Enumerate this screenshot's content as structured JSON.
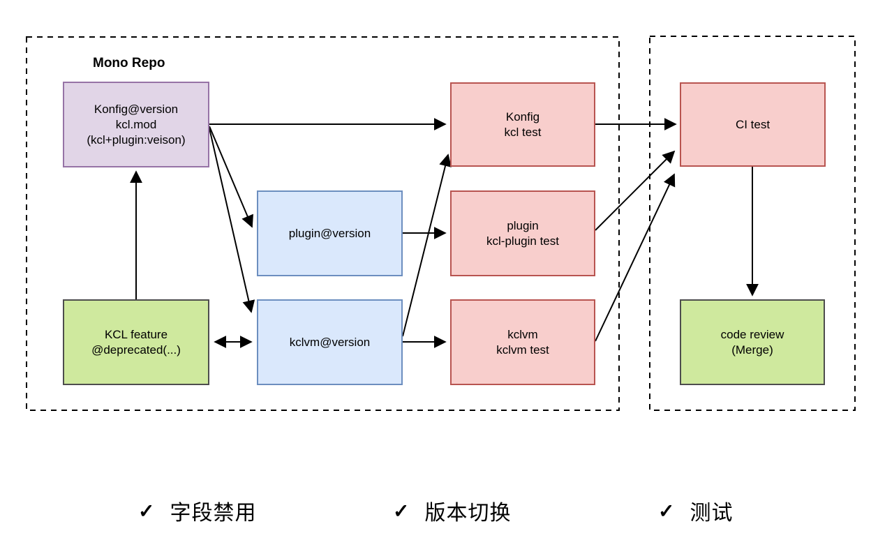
{
  "diagram": {
    "mono_repo_label": "Mono Repo",
    "nodes": {
      "konfig_version": {
        "text": "Konfig@version\nkcl.mod\n(kcl+plugin:veison)"
      },
      "plugin_version": {
        "text": "plugin@version"
      },
      "kclvm_version": {
        "text": "kclvm@version"
      },
      "kcl_feature": {
        "text": "KCL feature\n@deprecated(...)"
      },
      "konfig_test": {
        "text": "Konfig\nkcl test"
      },
      "plugin_test": {
        "text": "plugin\nkcl-plugin test"
      },
      "kclvm_test": {
        "text": "kclvm\nkclvm test"
      },
      "ci_test": {
        "text": "CI test"
      },
      "code_review": {
        "text": "code review\n(Merge)"
      }
    },
    "checklist": [
      {
        "check": "✓",
        "label": "字段禁用"
      },
      {
        "check": "✓",
        "label": "版本切换"
      },
      {
        "check": "✓",
        "label": "测试"
      }
    ],
    "colors": {
      "purple_fill": "#e1d5e7",
      "purple_stroke": "#9673a6",
      "blue_fill": "#dae8fc",
      "blue_stroke": "#6c8ebf",
      "red_fill": "#f8cecc",
      "red_stroke": "#b85450",
      "green_fill": "#cfe99e",
      "green_stroke": "#4d4d4d",
      "line_color": "#000000"
    }
  }
}
